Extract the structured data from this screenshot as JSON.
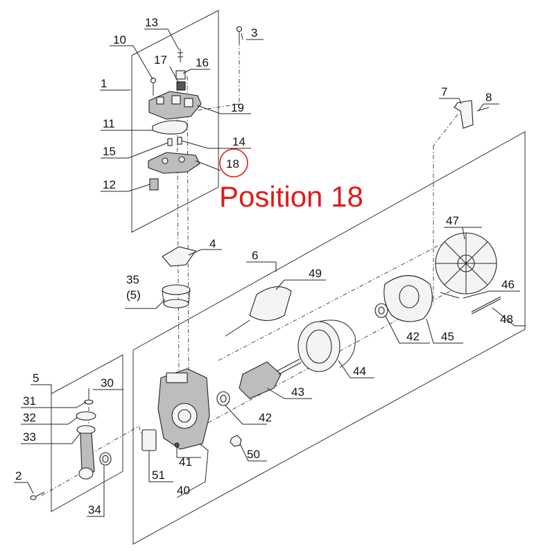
{
  "callout": {
    "headline": "Position 18",
    "highlight_color": "#e01b1b"
  },
  "labels": {
    "p1": "1",
    "p2": "2",
    "p3": "3",
    "p4": "4",
    "p5": "5",
    "p6": "6",
    "p7": "7",
    "p8": "8",
    "p10": "10",
    "p11": "11",
    "p12": "12",
    "p13": "13",
    "p14": "14",
    "p15": "15",
    "p16": "16",
    "p17": "17",
    "p18": "18",
    "p19": "19",
    "p30": "30",
    "p31": "31",
    "p32": "32",
    "p33": "33",
    "p34": "34",
    "p35": "35",
    "p35b": "(5)",
    "p40": "40",
    "p41": "41",
    "p42a": "42",
    "p42b": "42",
    "p43": "43",
    "p44": "44",
    "p45": "45",
    "p46": "46",
    "p47": "47",
    "p48": "48",
    "p49": "49",
    "p50": "50",
    "p51": "51"
  }
}
